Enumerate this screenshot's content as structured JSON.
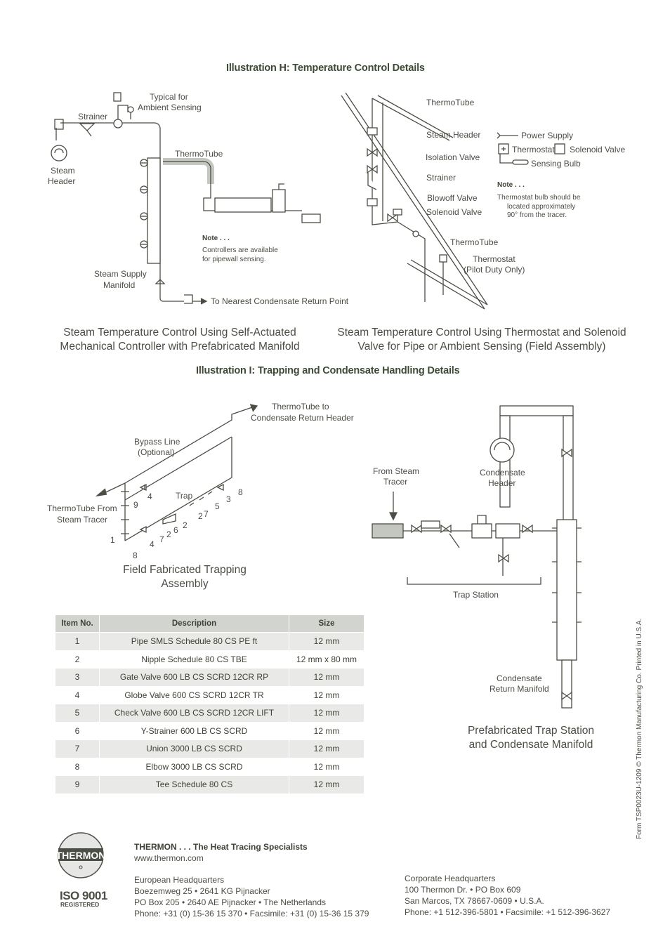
{
  "illustration_h": {
    "title": "Illustration H: Temperature Control Details",
    "left": {
      "typical_for": "Typical for",
      "ambient_sensing": "Ambient Sensing",
      "strainer": "Strainer",
      "steam": "Steam",
      "header": "Header",
      "thermotube": "ThermoTube",
      "note_head": "Note . . .",
      "note_1": "Controllers are available",
      "note_2": "for pipewall sensing.",
      "steam_supply": "Steam Supply",
      "manifold": "Manifold",
      "to_nearest": "To Nearest Condensate Return Point",
      "caption_1": "Steam Temperature Control Using Self-Actuated",
      "caption_2": "Mechanical Controller with Prefabricated Manifold"
    },
    "right": {
      "thermotube_top": "ThermoTube",
      "steam_header": "Steam Header",
      "isolation_valve": "Isolation Valve",
      "strainer": "Strainer",
      "blowoff_valve": "Blowoff Valve",
      "solenoid_valve": "Solenoid Valve",
      "thermotube_bottom": "ThermoTube",
      "thermostat": "Thermostat",
      "pilot_duty": "(Pilot Duty Only)",
      "legend_power": "Power Supply",
      "legend_thermostat": "Thermostat",
      "legend_solenoid": "Solenoid Valve",
      "legend_bulb": "Sensing Bulb",
      "note_head": "Note . . .",
      "note_1": "Thermostat bulb should be",
      "note_2": "located approximately",
      "note_3": "90° from the tracer.",
      "caption_1": "Steam Temperature Control Using Thermostat and Solenoid",
      "caption_2": "Valve for Pipe or Ambient Sensing (Field Assembly)"
    }
  },
  "illustration_i": {
    "title": "Illustration I: Trapping and Condensate Handling Details",
    "left": {
      "thermotube_to": "ThermoTube to",
      "condensate_return_header": "Condensate Return Header",
      "bypass_line": "Bypass Line",
      "optional": "(Optional)",
      "thermotube_from": "ThermoTube From",
      "steam_tracer": "Steam Tracer",
      "trap": "Trap",
      "numbers": [
        "4",
        "9",
        "1",
        "8",
        "4",
        "7",
        "2",
        "6",
        "2",
        "2",
        "7",
        "5",
        "3",
        "8"
      ],
      "caption": "Field Fabricated Trapping Assembly"
    },
    "right": {
      "from_steam": "From Steam",
      "tracer": "Tracer",
      "condensate": "Condensate",
      "header": "Header",
      "trap_station": "Trap Station",
      "condensate_return": "Condensate",
      "return_manifold": "Return Manifold",
      "caption_1": "Prefabricated Trap Station",
      "caption_2": "and Condensate Manifold"
    }
  },
  "table": {
    "headers": [
      "Item No.",
      "Description",
      "Size"
    ],
    "rows": [
      [
        "1",
        "Pipe SMLS Schedule 80 CS PE ft",
        "12 mm"
      ],
      [
        "2",
        "Nipple Schedule 80 CS TBE",
        "12 mm x 80 mm"
      ],
      [
        "3",
        "Gate Valve 600 LB CS SCRD 12CR RP",
        "12 mm"
      ],
      [
        "4",
        "Globe Valve 600 CS SCRD 12CR TR",
        "12 mm"
      ],
      [
        "5",
        "Check Valve 600 LB CS SCRD 12CR LIFT",
        "12 mm"
      ],
      [
        "6",
        "Y-Strainer 600 LB CS SCRD",
        "12 mm"
      ],
      [
        "7",
        "Union 3000 LB CS SCRD",
        "12 mm"
      ],
      [
        "8",
        "Elbow 3000 LB CS SCRD",
        "12 mm"
      ],
      [
        "9",
        "Tee Schedule 80 CS",
        "12 mm"
      ]
    ]
  },
  "footer": {
    "logo_text": "THERMON",
    "iso": "ISO 9001",
    "registered": "REGISTERED",
    "tagline": "THERMON . . . The Heat Tracing Specialists",
    "web": "www.thermon.com",
    "eu_title": "European Headquarters",
    "eu_1": "Boezemweg 25  •  2641 KG Pijnacker",
    "eu_2": "PO Box 205  •  2640 AE Pijnacker  •  The Netherlands",
    "eu_3": "Phone: +31 (0) 15-36 15 370  •  Facsimile: +31 (0) 15-36 15 379",
    "us_title": "Corporate Headquarters",
    "us_1": "100 Thermon Dr.  •  PO Box 609",
    "us_2": "San Marcos, TX 78667-0609  •  U.S.A.",
    "us_3": "Phone: +1 512-396-5801  •  Facsimile: +1 512-396-3627",
    "side_text": "Form TSP0023U-1209  © Thermon Manufacturing Co.  Printed in U.S.A."
  }
}
